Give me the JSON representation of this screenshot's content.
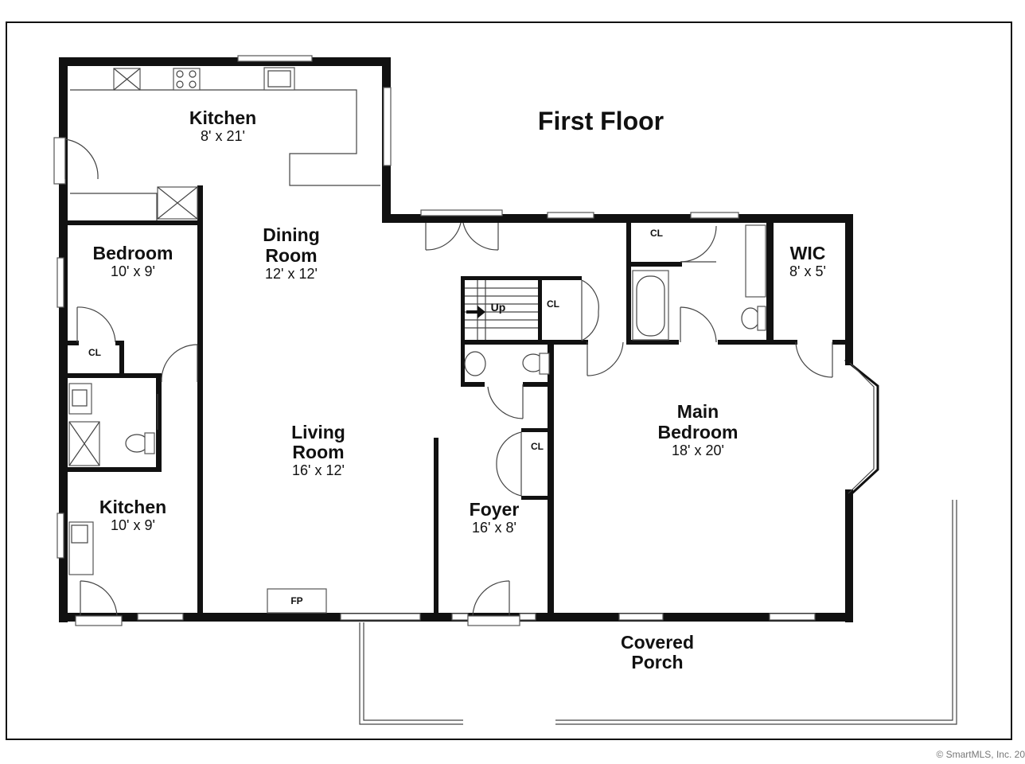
{
  "floor_title": "First Floor",
  "rooms": {
    "kitchen_main": {
      "name": "Kitchen",
      "dim": "8' x 21'"
    },
    "dining": {
      "name1": "Dining",
      "name2": "Room",
      "dim": "12' x 12'"
    },
    "bedroom": {
      "name": "Bedroom",
      "dim": "10' x 9'"
    },
    "kitchen_small": {
      "name": "Kitchen",
      "dim": "10' x 9'"
    },
    "living": {
      "name1": "Living",
      "name2": "Room",
      "dim": "16' x 12'"
    },
    "foyer": {
      "name": "Foyer",
      "dim": "16' x 8'"
    },
    "main_bedroom": {
      "name1": "Main",
      "name2": "Bedroom",
      "dim": "18' x 20'"
    },
    "wic": {
      "name": "WIC",
      "dim": "8' x 5'"
    },
    "porch": {
      "name1": "Covered",
      "name2": "Porch"
    }
  },
  "labels": {
    "closet": "CL",
    "fireplace": "FP",
    "stairs_up": "Up"
  },
  "copyright": "© SmartMLS, Inc. 20"
}
